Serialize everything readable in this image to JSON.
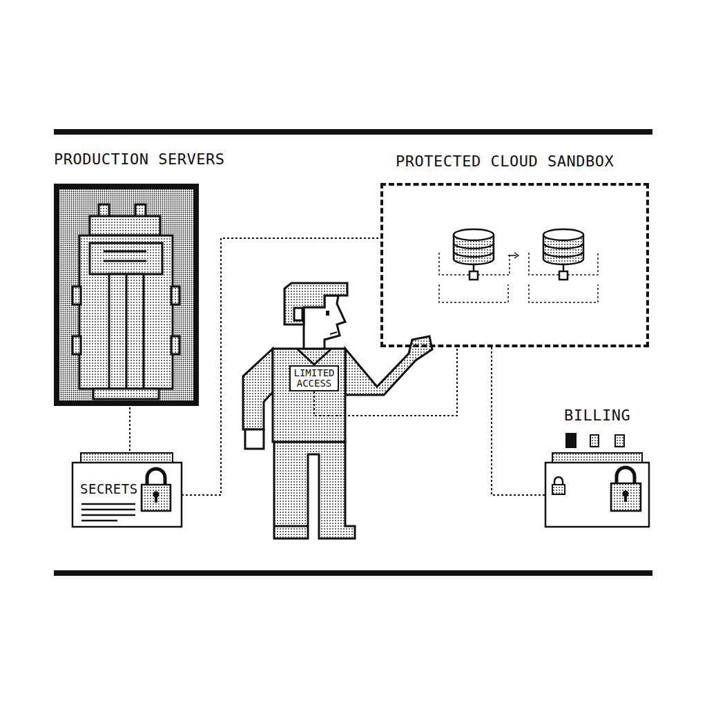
{
  "diagram": {
    "nodes": [
      {
        "text": [
          "PRODUCTION SERVERS"
        ]
      },
      {
        "text": [
          "SECRETS"
        ]
      },
      {
        "text": [
          "LIMITED ACCESS"
        ]
      },
      {
        "text": [
          "PROTECTED CLOUD SANDBOX"
        ]
      },
      {
        "text": [
          "BILLING"
        ]
      }
    ],
    "edges": [
      {
        "from": 0,
        "to": 1,
        "arrow": "none"
      },
      {
        "from": 1,
        "to": 3,
        "arrow": "none"
      },
      {
        "from": 2,
        "to": 3,
        "arrow": "none"
      },
      {
        "from": 3,
        "to": 4,
        "arrow": "none"
      }
    ]
  }
}
